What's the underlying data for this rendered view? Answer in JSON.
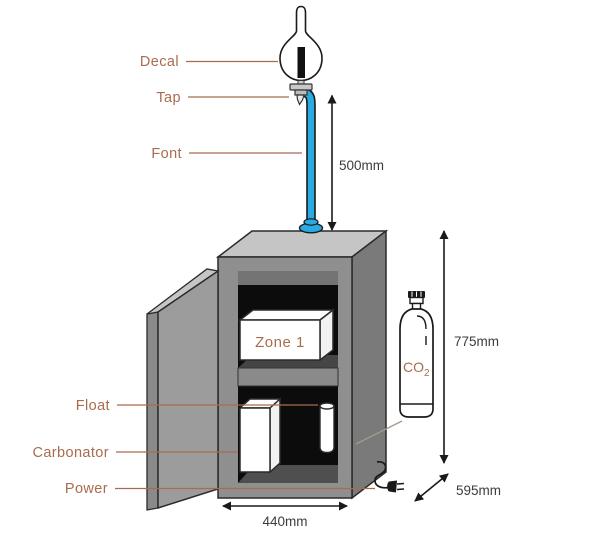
{
  "labels": {
    "decal": "Decal",
    "tap": "Tap",
    "font": "Font",
    "float": "Float",
    "carbonator": "Carbonator",
    "power": "Power"
  },
  "components": {
    "zone1": "Zone 1",
    "co2_main": "CO",
    "co2_sub": "2"
  },
  "dimensions": {
    "font_height": "500mm",
    "cylinder_height": "775mm",
    "depth": "595mm",
    "width": "440mm"
  },
  "colors": {
    "label_text": "#A96C4F",
    "dimension_text": "#3C3C3C",
    "tube_blue": "#29ABE2",
    "cabinet_top": "#C5C5C5",
    "cabinet_front": "#8F8F8F",
    "cabinet_side": "#7A7A7A",
    "cabinet_interior": "#0C0C0C",
    "background": "#FFFFFF"
  }
}
